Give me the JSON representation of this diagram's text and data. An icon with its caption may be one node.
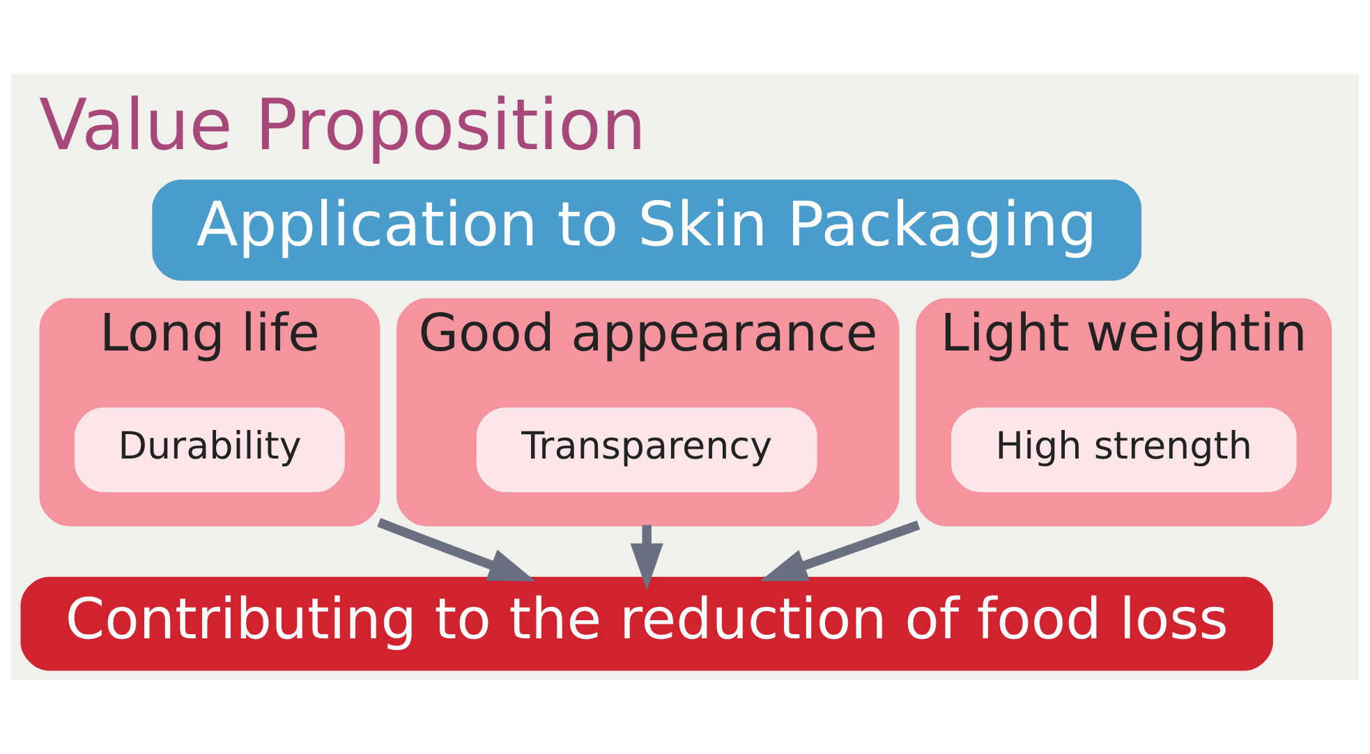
{
  "diagram": {
    "title": "Value Proposition",
    "nodes": [
      {
        "text": [
          "Application to Skin Packaging"
        ]
      },
      {
        "text": [
          "Long life"
        ]
      },
      {
        "text": [
          "Durability"
        ],
        "in": 1
      },
      {
        "text": [
          "Good appearance"
        ]
      },
      {
        "text": [
          "Transparency"
        ],
        "in": 3
      },
      {
        "text": [
          "Light weightin"
        ]
      },
      {
        "text": [
          "High strength"
        ],
        "in": 5
      },
      {
        "text": [
          "Contributing to the reduction of food loss"
        ]
      }
    ],
    "edges": [
      {
        "from": 1,
        "to": 7,
        "arrow": "to"
      },
      {
        "from": 3,
        "to": 7,
        "arrow": "to"
      },
      {
        "from": 5,
        "to": 7,
        "arrow": "to"
      }
    ]
  }
}
